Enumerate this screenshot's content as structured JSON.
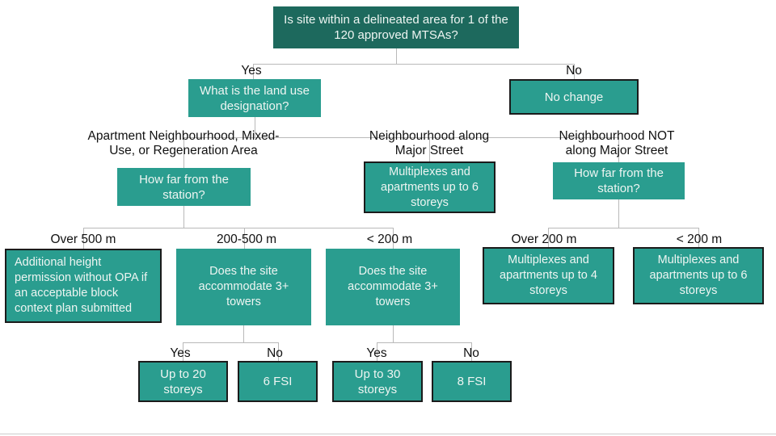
{
  "colors": {
    "background": "#ffffff",
    "box_dark": "#1d695d",
    "box_teal": "#2a9d8f",
    "box_border": "#1b1b1b",
    "connector": "#b9b9b9",
    "text_light": "#eef5f2",
    "text_dark": "#111111",
    "bottom_edge": "#cccccc"
  },
  "flowchart": {
    "nodes": {
      "root": {
        "label": "Is site within a delineated area for 1 of the 120 approved MTSAs?"
      },
      "land_use": {
        "label": "What is the land use designation?"
      },
      "no_change": {
        "label": "No change"
      },
      "how_far_left": {
        "label": "How far from the station?"
      },
      "multiplex_6_mid": {
        "label": "Multiplexes and apartments up to 6 storeys"
      },
      "how_far_right": {
        "label": "How far from the station?"
      },
      "additional_height": {
        "label": "Additional height permission without OPA if an acceptable block context plan submitted"
      },
      "does_site_a": {
        "label": "Does the site accommodate 3+ towers"
      },
      "does_site_b": {
        "label": "Does the site accommodate 3+ towers"
      },
      "multiplex_4": {
        "label": "Multiplexes and apartments up to 4 storeys"
      },
      "multiplex_6_right": {
        "label": "Multiplexes and apartments up to 6 storeys"
      },
      "up_to_20": {
        "label": "Up to 20 storeys"
      },
      "fsi_6": {
        "label": "6 FSI"
      },
      "up_to_30": {
        "label": "Up to 30 storeys"
      },
      "fsi_8": {
        "label": "8 FSI"
      }
    },
    "labels": {
      "yes_root": "Yes",
      "no_root": "No",
      "apartment_mixed": "Apartment Neighbourhood, Mixed-Use, or Regeneration Area",
      "along_major": "Neighbourhood along Major Street",
      "not_along_major": "Neighbourhood NOT along Major Street",
      "over_500": "Over 500 m",
      "between_200_500": "200-500 m",
      "under_200_a": "< 200 m",
      "over_200": "Over 200 m",
      "under_200_b": "< 200 m",
      "yes_a": "Yes",
      "no_a": "No",
      "yes_b": "Yes",
      "no_b": "No"
    }
  }
}
